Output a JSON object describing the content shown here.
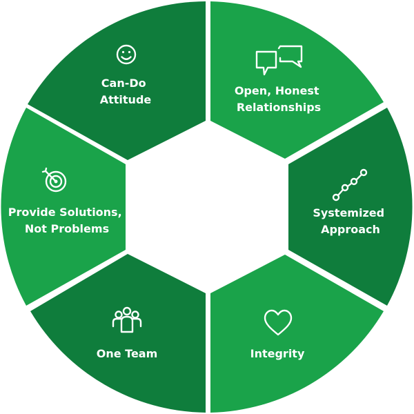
{
  "colors": {
    "dark_green": "#0f7d3c",
    "light_green": "#1aa34a",
    "center": "#ffffff"
  },
  "segments": [
    {
      "label_lines": [
        "Can-Do",
        "Attitude"
      ],
      "icon": "smiley-icon",
      "shade": "dark"
    },
    {
      "label_lines": [
        "Open, Honest",
        "Relationships"
      ],
      "icon": "chat-bubbles-icon",
      "shade": "light"
    },
    {
      "label_lines": [
        "Systemized",
        "Approach"
      ],
      "icon": "connected-nodes-icon",
      "shade": "dark"
    },
    {
      "label_lines": [
        "Integrity"
      ],
      "icon": "heart-icon",
      "shade": "light"
    },
    {
      "label_lines": [
        "One Team"
      ],
      "icon": "team-icon",
      "shade": "dark"
    },
    {
      "label_lines": [
        "Provide Solutions,",
        "Not Problems"
      ],
      "icon": "target-icon",
      "shade": "light"
    }
  ]
}
